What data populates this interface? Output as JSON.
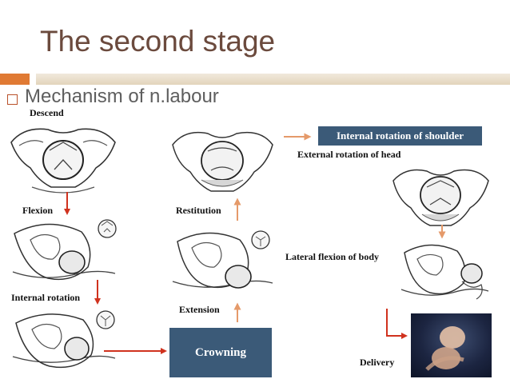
{
  "slide": {
    "title": "The second stage",
    "subtitle": "Mechanism of n.labour"
  },
  "labels": {
    "descend": "Descend",
    "flexion": "Flexion",
    "internal_rotation": "Internal rotation",
    "restitution": "Restitution",
    "extension": "Extension",
    "internal_rotation_shoulder": "Internal rotation of shoulder",
    "external_rotation_head": "External rotation of head",
    "lateral_flexion": "Lateral flexion of body",
    "crowning": "Crowning",
    "delivery": "Delivery"
  },
  "colors": {
    "title": "#6b4a3d",
    "accent_orange": "#e07a34",
    "box_blue": "#3b5a78",
    "arrow_red": "#d0321e",
    "arrow_orange": "#e59a6a"
  }
}
